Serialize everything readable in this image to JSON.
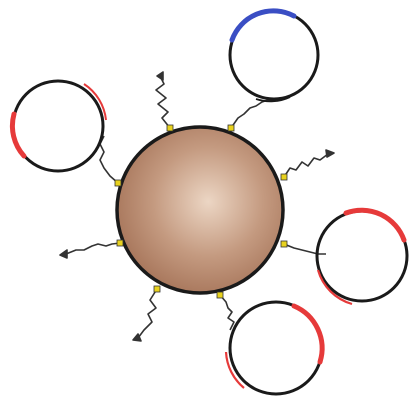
{
  "colors": {
    "background": "#ffffff",
    "bead_light": "#ecd6c4",
    "bead_mid": "#c49a80",
    "bead_dark": "#a57358",
    "outline": "#1a1a1a",
    "anchor": "#e8d21e",
    "arc_red": "#e63a3a",
    "arc_blue": "#3a4ec4",
    "tether": "#333333"
  },
  "components": {
    "bead": "core-particle",
    "anchors": "surface-anchor-points",
    "tethers": "wavy-linker",
    "rings": "circular-plasmid",
    "segments": "highlighted-sequence-arc"
  }
}
